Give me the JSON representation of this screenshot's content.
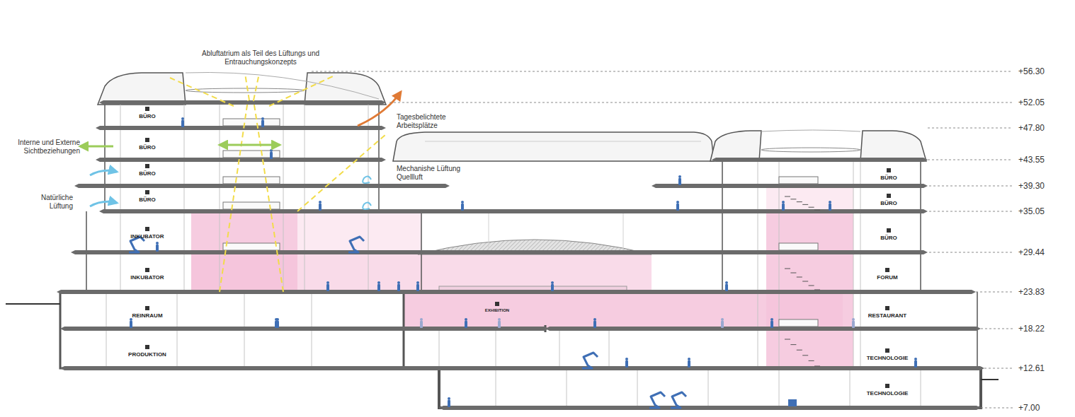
{
  "diagram": {
    "labels": [
      "Abluftatrium als Teil des Lüftungs und Entrauchungskonzepts",
      "Tagesbelichtete Arbeitsplätze",
      "Mechanishe Lüftung Quellluft",
      "Interne und Externe Sichtbeziehungen",
      "Natürliche Lüftung",
      "BÜRO",
      "BÜRO",
      "BÜRO",
      "BÜRO",
      "INKUBATOR",
      "INKUBATOR",
      "REINRAUM",
      "PRODUKTION",
      "EXHIBITION",
      "BÜRO",
      "BÜRO",
      "BÜRO",
      "FORUM",
      "RESTAURANT",
      "TECHNOLOGIE",
      "TECHNOLOGIE",
      "+56.30",
      "+52.05",
      "+47.80",
      "+43.55",
      "+39.30",
      "+35.05",
      "+29.44",
      "+23.83",
      "+18.22",
      "+12.61",
      "+7.00"
    ]
  }
}
